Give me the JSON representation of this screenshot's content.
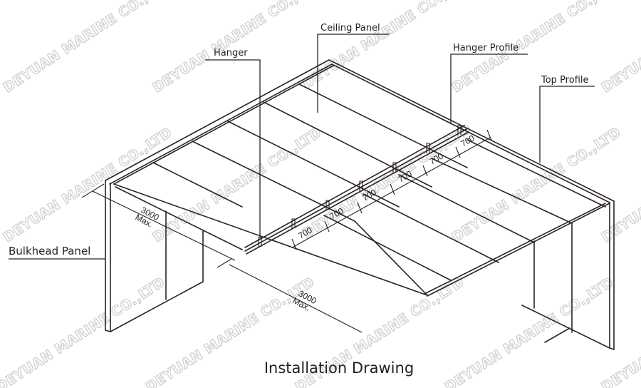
{
  "diagram": {
    "title": "Installation Drawing",
    "labels": {
      "hanger": "Hanger",
      "ceiling_panel": "Ceiling Panel",
      "hanger_profile": "Hanger Profile",
      "top_profile": "Top Profile",
      "bulkhead_panel": "Bulkhead Panel"
    },
    "dimensions": {
      "panel_width_spacing": [
        "700",
        "700",
        "700",
        "700",
        "700",
        "700"
      ],
      "side_length": "3000",
      "side_length_note": "Max.",
      "front_length": "3000",
      "front_length_note": "Max."
    },
    "watermark": "DEYUAN MARINE CO.,LTD",
    "colors": {
      "line": "#2a2322",
      "text": "#231f20",
      "watermark_outline": "#cfcfcf",
      "background": "#ffffff"
    }
  }
}
